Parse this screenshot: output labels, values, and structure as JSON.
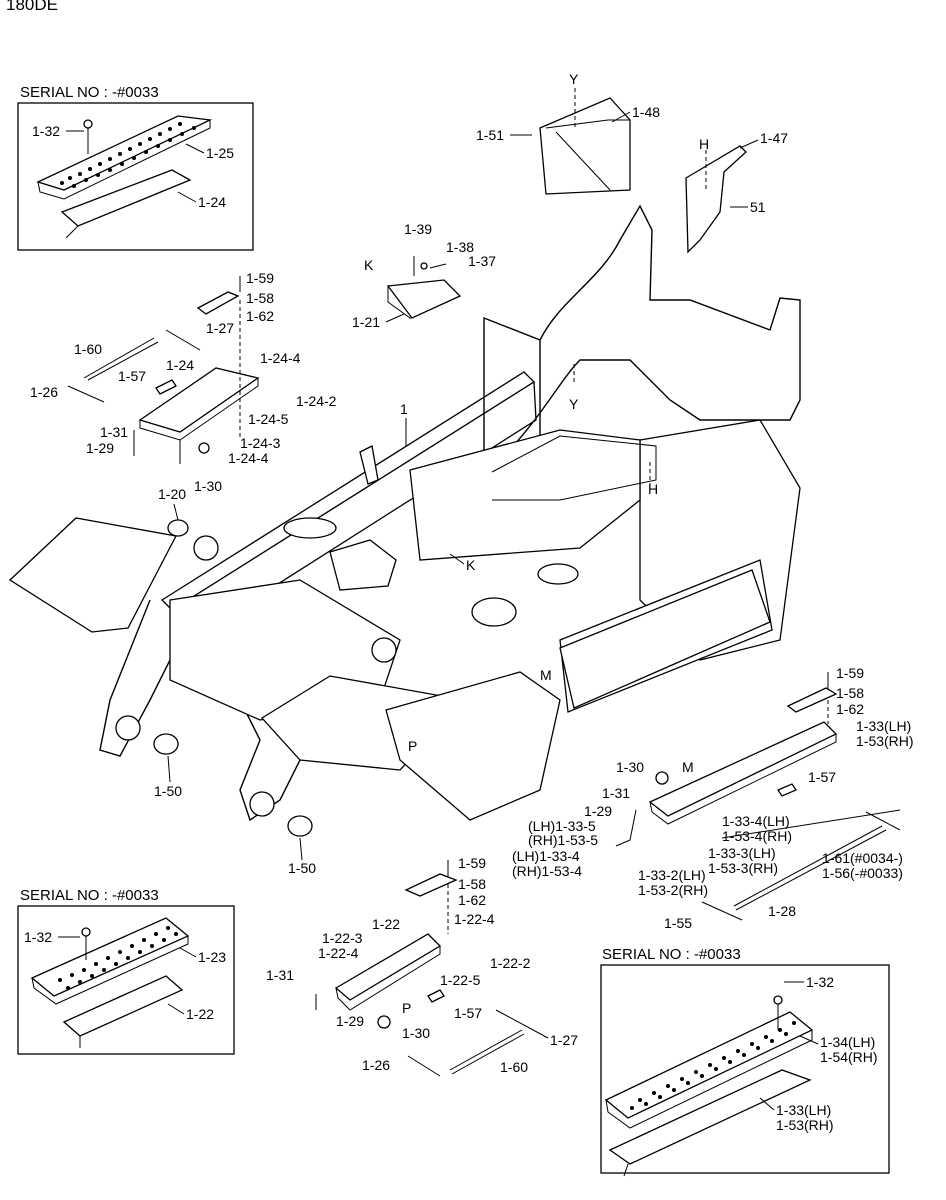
{
  "model": "180DE",
  "serial_headers": [
    "SERIAL NO : -#0033",
    "SERIAL NO : -#0033",
    "SERIAL NO : -#0033"
  ],
  "callouts": [
    "1-32",
    "1-25",
    "1-24",
    "1-51",
    "1-48",
    "Y",
    "1-47",
    "H",
    "51",
    "1-39",
    "1-38",
    "1-37",
    "K",
    "1-21",
    "1-59",
    "1-58",
    "1-62",
    "1-27",
    "1-60",
    "1-24",
    "1-57",
    "1-26",
    "1-24-4",
    "1-24-2",
    "1-24-5",
    "1-24-3",
    "1-24-4",
    "1-31",
    "1-29",
    "1-30",
    "1",
    "Y",
    "H",
    "1-20",
    "K",
    "M",
    "P",
    "1-50",
    "1-50",
    "1-59",
    "1-58",
    "1-62",
    "1-33(LH)",
    "1-53(RH)",
    "1-30",
    "M",
    "1-57",
    "1-31",
    "1-29",
    "(LH)1-33-5",
    "(RH)1-53-5",
    "(LH)1-33-4",
    "(RH)1-53-4",
    "1-33-4(LH)",
    "1-53-4(RH)",
    "1-33-3(LH)",
    "1-53-3(RH)",
    "1-33-2(LH)",
    "1-53-2(RH)",
    "1-61(#0034-)",
    "1-56(-#0033)",
    "1-55",
    "1-28",
    "1-32",
    "1-23",
    "1-22",
    "1-59",
    "1-58",
    "1-62",
    "1-22",
    "1-22-3",
    "1-22-4",
    "1-22-4",
    "1-22-2",
    "1-31",
    "1-22-5",
    "1-57",
    "1-29",
    "P",
    "1-30",
    "1-27",
    "1-26",
    "1-60",
    "1-32",
    "1-34(LH)",
    "1-54(RH)",
    "1-33(LH)",
    "1-53(RH)"
  ]
}
